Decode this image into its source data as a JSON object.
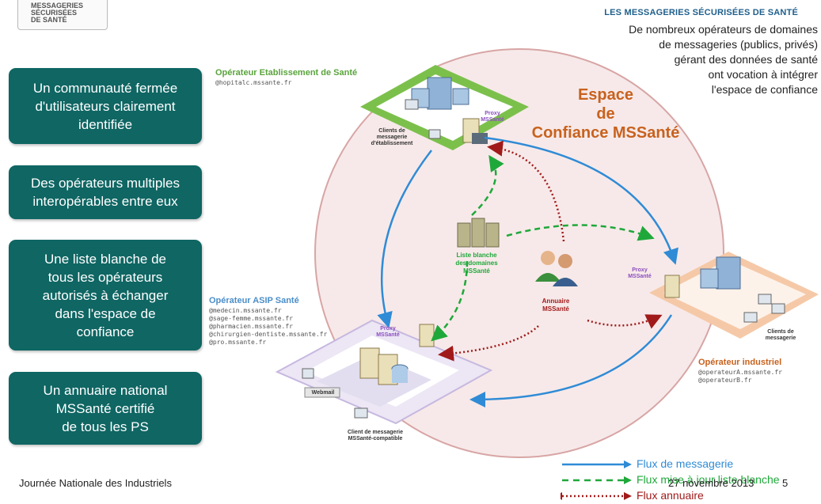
{
  "logo": {
    "lines": [
      "MESSAGERIES",
      "SÉCURISÉES",
      "DE SANTÉ"
    ]
  },
  "cards": [
    {
      "lines": [
        "Un communauté fermée",
        "d'utilisateurs clairement",
        "identifiée"
      ]
    },
    {
      "lines": [
        "Des opérateurs multiples",
        "interopérables entre eux"
      ]
    },
    {
      "lines": [
        "Une liste blanche de",
        "tous les opérateurs",
        "autorisés à échanger",
        "dans l'espace de",
        "confiance"
      ]
    },
    {
      "lines": [
        "Un annuaire national",
        "MSSanté certifié",
        "de tous les PS"
      ]
    }
  ],
  "header": {
    "title": "LES MESSAGERIES SÉCURISÉES DE SANTÉ",
    "lines": [
      "De nombreux opérateurs de domaines",
      "de messageries (publics, privés)",
      "gérant des données de santé",
      "ont vocation à intégrer",
      "l'espace de  confiance"
    ]
  },
  "espace": {
    "lines": [
      "Espace",
      "de",
      "Confiance MSSanté"
    ]
  },
  "operators": {
    "etablissement": {
      "title": "Opérateur Etablissement de Santé",
      "domains": [
        "@hopitalc.mssante.fr"
      ]
    },
    "asip": {
      "title": "Opérateur ASIP Santé",
      "domains": [
        "@medecin.mssante.fr",
        "@sage-femme.mssante.fr",
        "@pharmacien.mssante.fr",
        "@chirurgien-dentiste.mssante.fr",
        "@pro.mssante.fr"
      ]
    },
    "industriel": {
      "title": "Opérateur industriel",
      "domains": [
        "@operateurA.mssante.fr",
        "@operateurB.fr"
      ]
    }
  },
  "labels": {
    "clients_etab": [
      "Clients de",
      "messagerie",
      "d'établissement"
    ],
    "proxy": [
      "Proxy",
      "MSSanté"
    ],
    "liste": [
      "Liste blanche",
      "des domaines",
      "MSSanté"
    ],
    "annuaire": [
      "Annuaire",
      "MSSanté"
    ],
    "clients_msg": [
      "Clients de",
      "messagerie"
    ],
    "webmail": "Webmail",
    "client_compat": [
      "Client de messagerie",
      "MSSanté-compatible"
    ]
  },
  "legend": [
    {
      "label": "Flux de messagerie",
      "color": "#2f8bd6",
      "style": "solid"
    },
    {
      "label": "Flux mise à jour liste blanche",
      "color": "#1fa83a",
      "style": "dashed"
    },
    {
      "label": "Flux annuaire",
      "color": "#a11a1a",
      "style": "dotted"
    }
  ],
  "footer": {
    "left": "Journée Nationale des Industriels",
    "date": "27 novembre 2013",
    "page": "5"
  },
  "colors": {
    "card": "#0f6663",
    "espace": "#c8621e",
    "etab": "#5aa43c",
    "asip": "#4b8ec9",
    "industriel": "#c8621e"
  }
}
